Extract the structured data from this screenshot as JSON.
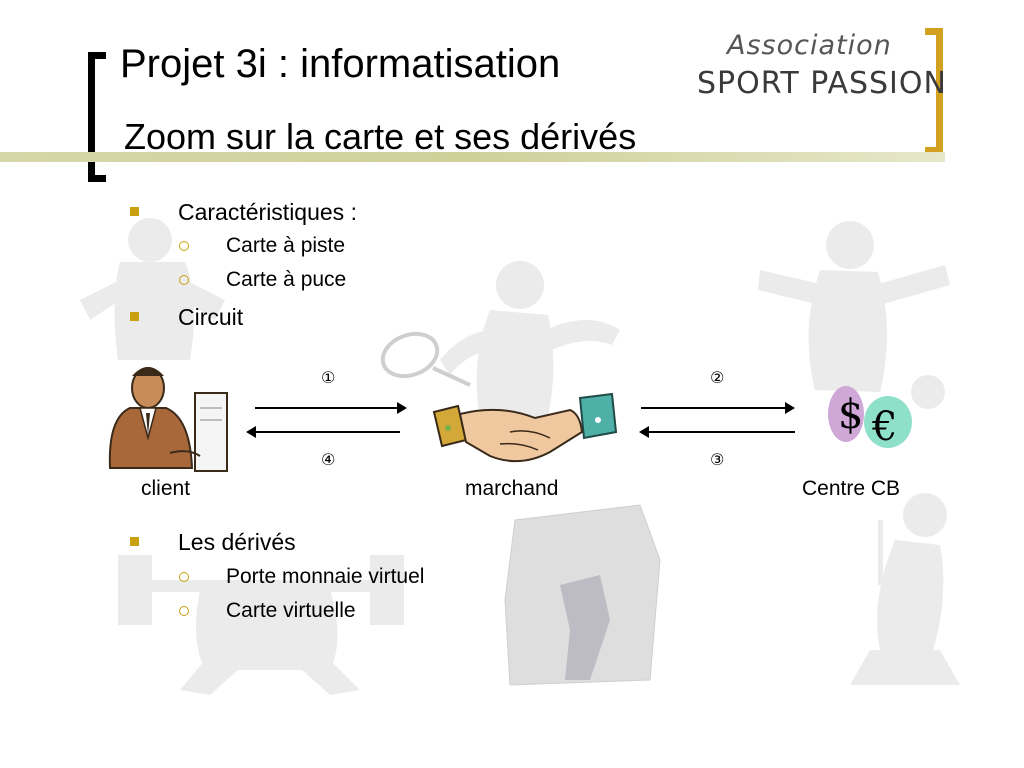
{
  "slide": {
    "title": "Projet 3i : informatisation",
    "subtitle": "Zoom sur la carte et ses dérivés"
  },
  "logo": {
    "line1": "Association",
    "line2": "SPORT PASSION"
  },
  "bullets": [
    {
      "label": "Caractéristiques :",
      "children": [
        "Carte à piste",
        "Carte à puce"
      ]
    },
    {
      "label": "Circuit"
    },
    {
      "label": "Les dérivés",
      "children": [
        "Porte monnaie virtuel",
        "Carte virtuelle"
      ]
    }
  ],
  "circuit": {
    "steps": [
      "①",
      "②",
      "③",
      "④"
    ],
    "actors": [
      "client",
      "marchand",
      "Centre CB"
    ],
    "currency_symbols": [
      "$",
      "€"
    ]
  },
  "colors": {
    "bullet_accent": "#c8a010",
    "bracket_right": "#d4a020",
    "title_rule": "#d6d7a8"
  },
  "icons": {
    "client": "businessman-at-computer-icon",
    "marchand": "handshake-icon",
    "centre_cb": "currency-coins-icon"
  }
}
